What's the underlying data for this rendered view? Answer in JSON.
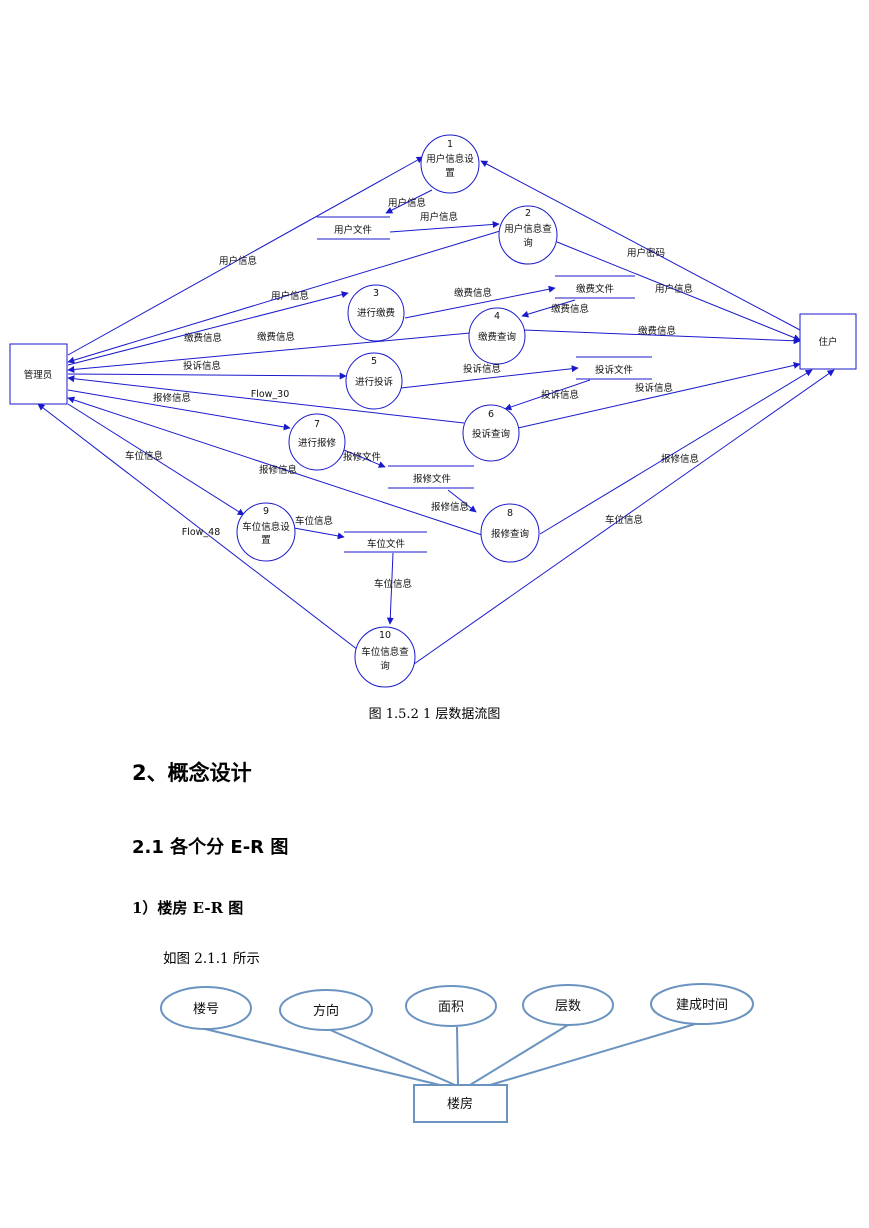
{
  "dfd": {
    "processes": [
      {
        "num": "1",
        "line1": "用户信息设",
        "line2": "置"
      },
      {
        "num": "2",
        "line1": "用户信息查",
        "line2": "询"
      },
      {
        "num": "3",
        "line1": "进行缴费",
        "line2": ""
      },
      {
        "num": "4",
        "line1": "缴费查询",
        "line2": ""
      },
      {
        "num": "5",
        "line1": "进行投诉",
        "line2": ""
      },
      {
        "num": "6",
        "line1": "投诉查询",
        "line2": ""
      },
      {
        "num": "7",
        "line1": "进行报修",
        "line2": ""
      },
      {
        "num": "8",
        "line1": "报修查询",
        "line2": ""
      },
      {
        "num": "9",
        "line1": "车位信息设",
        "line2": "置"
      },
      {
        "num": "10",
        "line1": "车位信息查",
        "line2": "询"
      }
    ],
    "entities": {
      "admin": "管理员",
      "resident": "住户"
    },
    "stores": [
      "用户文件",
      "缴费文件",
      "投诉文件",
      "报修文件",
      "车位文件"
    ],
    "flows": [
      "用户信息",
      "用户信息",
      "用户信息",
      "用户密码",
      "用户信息",
      "用户信息",
      "缴费信息",
      "缴费信息",
      "缴费信息",
      "缴费信息",
      "缴费信息",
      "投诉信息",
      "投诉信息",
      "投诉信息",
      "投诉信息",
      "Flow_30",
      "报修信息",
      "报修文件",
      "报修信息",
      "报修信息",
      "报修信息",
      "车位信息",
      "车位信息",
      "车位信息",
      "车位信息",
      "Flow_48"
    ]
  },
  "caption": "图 1.5.2 1  层数据流图",
  "heading2": "2、概念设计",
  "heading3": "2.1 各个分 E-R 图",
  "heading4": "1）楼房 E-R 图",
  "paragraph": "如图 2.1.1 所示",
  "er": {
    "entity": "楼房",
    "attributes": [
      "楼号",
      "方向",
      "面积",
      "层数",
      "建成时间"
    ]
  },
  "colors": {
    "dfd_line": "#1a1acc",
    "er_line": "#6a93c0"
  }
}
